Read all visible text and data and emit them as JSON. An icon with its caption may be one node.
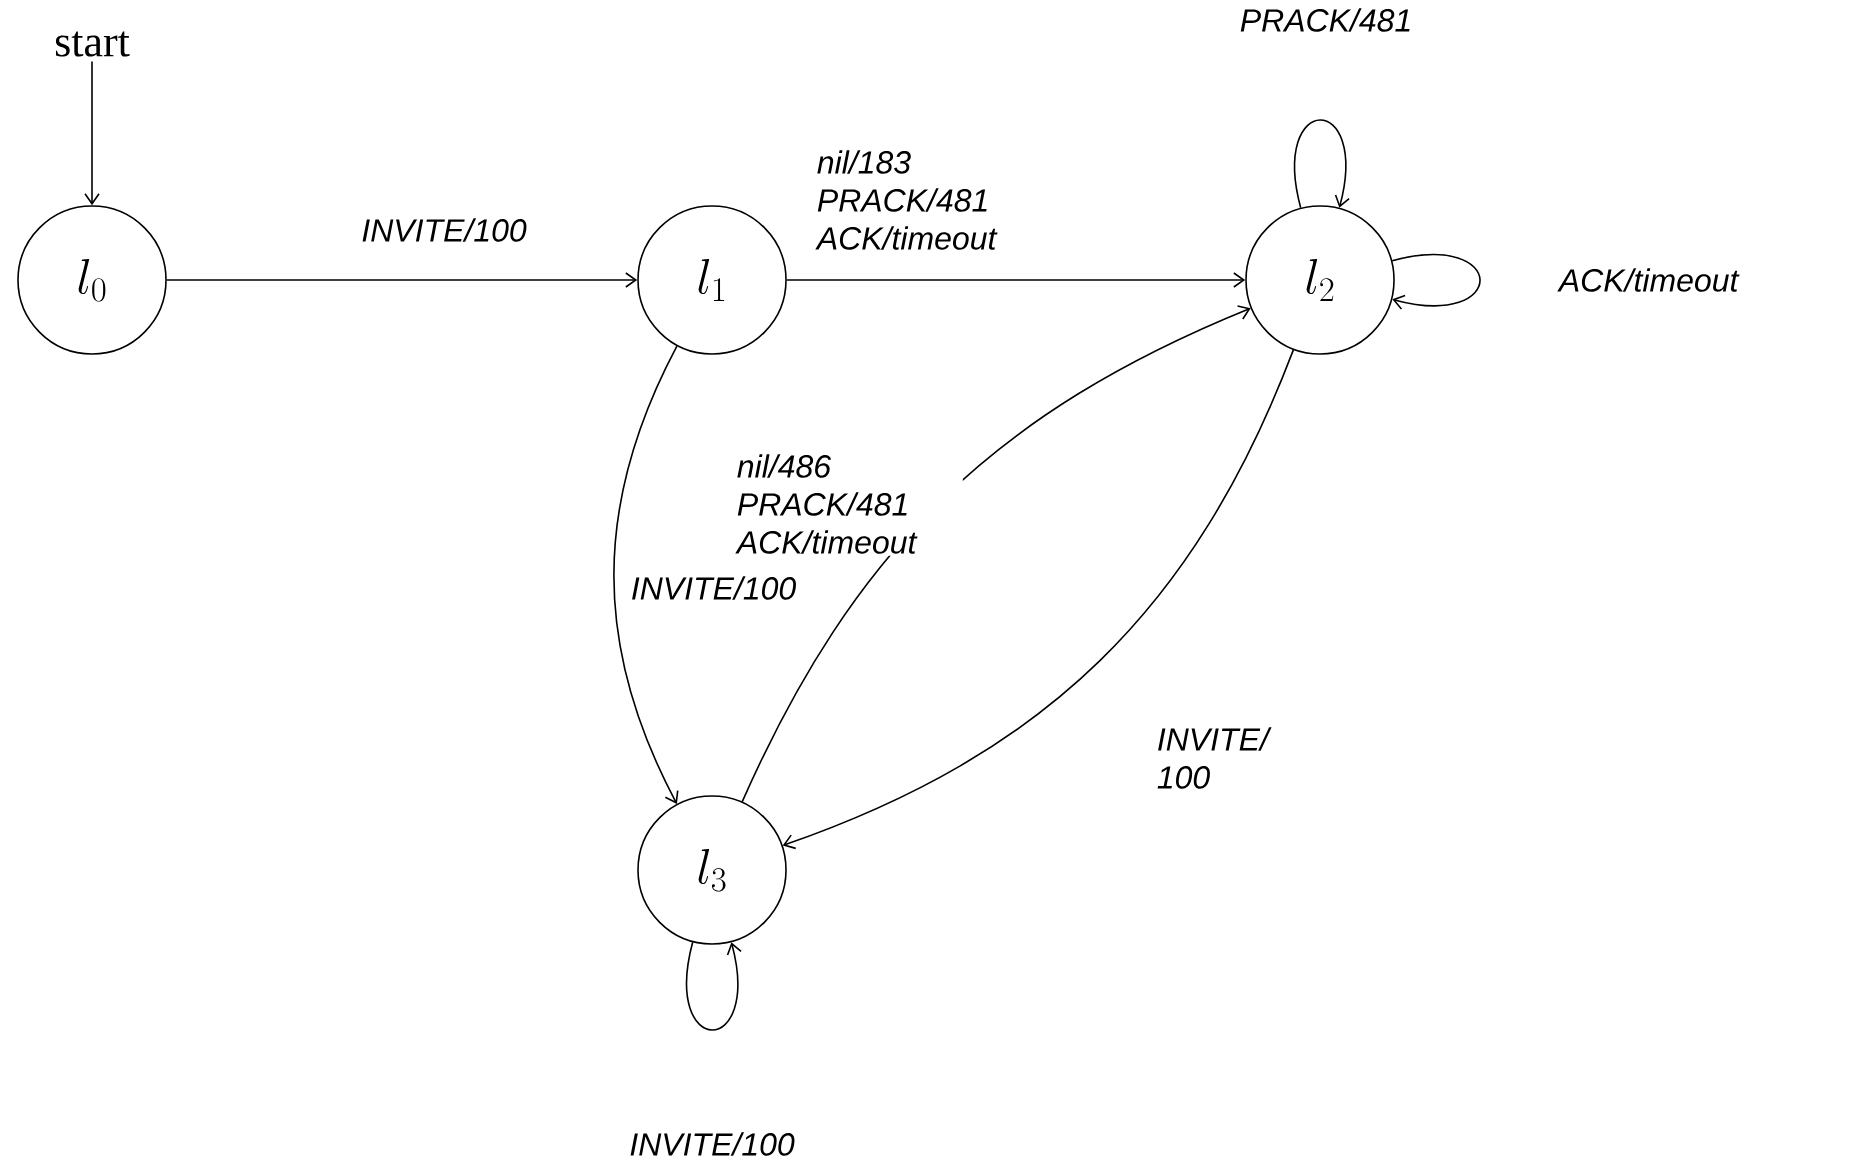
{
  "diagram": {
    "nodes": [
      {
        "text": [
          "start"
        ]
      },
      {
        "text": [
          "l_0"
        ]
      },
      {
        "text": [
          "l_1"
        ]
      },
      {
        "text": [
          "l_2"
        ]
      },
      {
        "text": [
          "l_3"
        ]
      }
    ],
    "edges": [
      {
        "from": 0,
        "to": 1,
        "arrow": "to"
      },
      {
        "from": 1,
        "to": 2,
        "arrow": "to",
        "label": "INVITE/100"
      },
      {
        "from": 2,
        "to": 3,
        "arrow": "to",
        "label": "nil/183 PRACK/481 ACK/timeout"
      },
      {
        "from": 3,
        "to": 3,
        "arrow": "to",
        "label": "PRACK/481"
      },
      {
        "from": 3,
        "to": 3,
        "arrow": "to",
        "label": "ACK/timeout"
      },
      {
        "from": 2,
        "to": 4,
        "arrow": "to",
        "label": "INVITE/100"
      },
      {
        "from": 4,
        "to": 3,
        "arrow": "to",
        "label": "nil/486 PRACK/481 ACK/timeout"
      },
      {
        "from": 3,
        "to": 4,
        "arrow": "to",
        "label": "INVITE/ 100"
      },
      {
        "from": 4,
        "to": 4,
        "arrow": "to",
        "label": "INVITE/100"
      }
    ]
  }
}
